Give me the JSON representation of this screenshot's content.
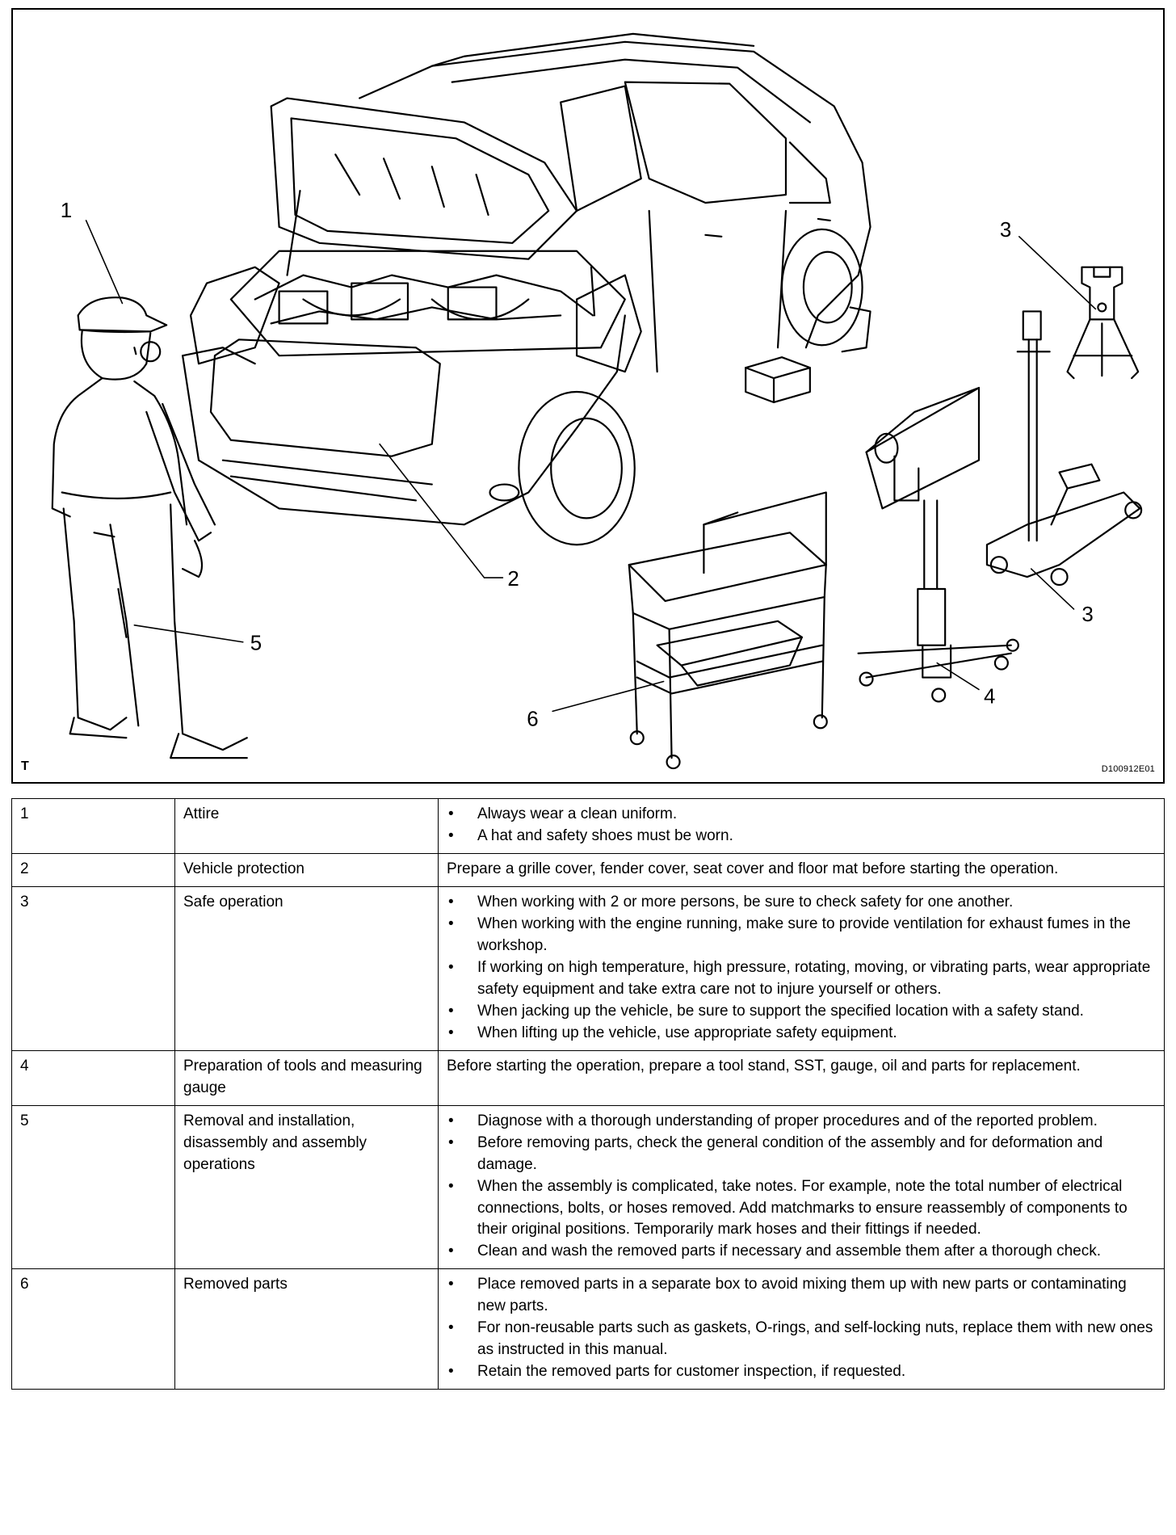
{
  "figure": {
    "callouts": [
      "1",
      "2",
      "3",
      "3",
      "4",
      "5",
      "6"
    ],
    "corner_letter": "T",
    "figure_id": "D100912E01"
  },
  "table": {
    "rows": [
      {
        "no": "1",
        "item": "Attire",
        "bullets": [
          "Always wear a clean uniform.",
          "A hat and safety shoes must be worn."
        ]
      },
      {
        "no": "2",
        "item": "Vehicle protection",
        "text": "Prepare a grille cover, fender cover, seat cover and floor mat before starting the operation."
      },
      {
        "no": "3",
        "item": "Safe operation",
        "bullets": [
          "When working with 2 or more persons, be sure to check safety for one another.",
          "When working with the engine running, make sure to provide ventilation for exhaust fumes in the workshop.",
          "If working on high temperature, high pressure, rotating, moving, or vibrating parts, wear appropriate safety equipment and take extra care not to injure yourself or others.",
          "When jacking up the vehicle, be sure to support the specified location with a safety stand.",
          "When lifting up the vehicle, use appropriate safety equipment."
        ]
      },
      {
        "no": "4",
        "item": "Preparation of tools and measuring gauge",
        "text": "Before starting the operation, prepare a tool stand, SST, gauge, oil and parts for replacement."
      },
      {
        "no": "5",
        "item": "Removal and installation, disassembly and assembly operations",
        "bullets": [
          "Diagnose with a thorough understanding of proper procedures and of the reported problem.",
          "Before removing parts, check the general condition of the assembly and for deformation and damage.",
          "When the assembly is complicated, take notes. For example, note the total number of electrical connections, bolts, or hoses removed. Add matchmarks to ensure reassembly of components to their original positions. Temporarily mark hoses and their fittings if needed.",
          "Clean and wash the removed parts if necessary and assemble them after a thorough check."
        ]
      },
      {
        "no": "6",
        "item": "Removed parts",
        "bullets": [
          "Place removed parts in a separate box to avoid mixing them up with new parts or contaminating new parts.",
          "For non-reusable parts such as gaskets, O-rings, and self-locking nuts, replace them with new ones as instructed in this manual.",
          "Retain the removed parts for customer inspection, if requested."
        ]
      }
    ]
  }
}
